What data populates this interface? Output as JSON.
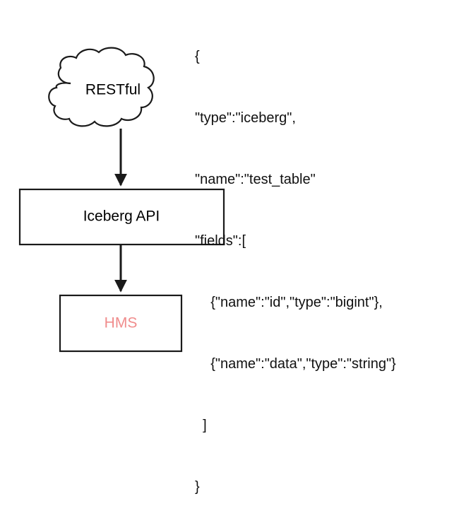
{
  "nodes": {
    "restful": {
      "label": "RESTful"
    },
    "iceberg_api": {
      "label": "Iceberg API"
    },
    "hms": {
      "label": "HMS",
      "color": "#f08c8c"
    }
  },
  "json_snippet": {
    "lines": [
      "{",
      "\"type\":\"iceberg\",",
      "\"name\":\"test_table\"",
      "\"fields\":[",
      "    {\"name\":\"id\",\"type\":\"bigint\"},",
      "    {\"name\":\"data\",\"type\":\"string\"}",
      "  ]",
      "}"
    ]
  },
  "colors": {
    "stroke": "#1a1a1a",
    "hms_text": "#f08c8c"
  }
}
